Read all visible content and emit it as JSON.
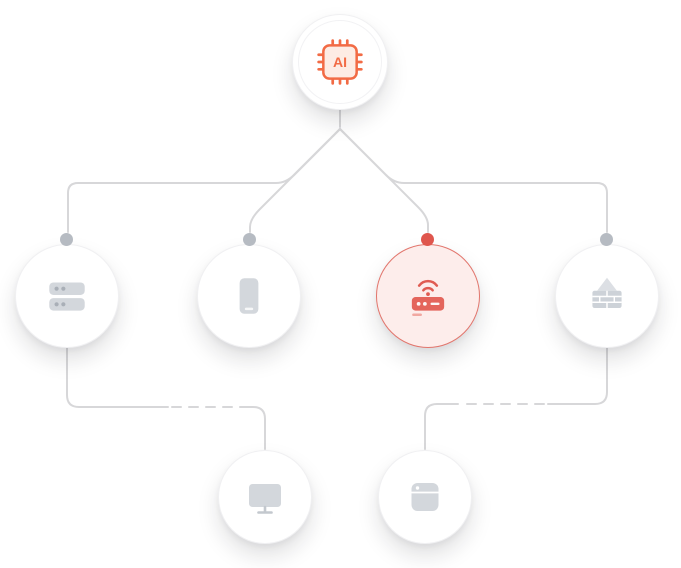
{
  "diagram": {
    "type": "network-topology",
    "root_node": {
      "id": "ai-core",
      "label": "AI",
      "icon": "ai-chip-icon",
      "state": "normal"
    },
    "device_nodes": [
      {
        "id": "server",
        "icon": "server-icon",
        "state": "normal"
      },
      {
        "id": "smartphone",
        "icon": "smartphone-icon",
        "state": "normal"
      },
      {
        "id": "wifi-router",
        "icon": "wifi-router-icon",
        "state": "alert"
      },
      {
        "id": "firewall",
        "icon": "firewall-icon",
        "state": "normal"
      }
    ],
    "endpoint_nodes": [
      {
        "id": "desktop-monitor",
        "icon": "monitor-icon",
        "state": "normal"
      },
      {
        "id": "web-browser",
        "icon": "browser-icon",
        "state": "normal"
      }
    ],
    "connections": [
      {
        "from": "ai-core",
        "to": "server",
        "style": "solid"
      },
      {
        "from": "ai-core",
        "to": "smartphone",
        "style": "solid"
      },
      {
        "from": "ai-core",
        "to": "wifi-router",
        "style": "solid"
      },
      {
        "from": "ai-core",
        "to": "firewall",
        "style": "solid"
      },
      {
        "from": "server",
        "to": "desktop-monitor",
        "style": "partially-dashed"
      },
      {
        "from": "firewall",
        "to": "web-browser",
        "style": "partially-dashed"
      }
    ],
    "colors": {
      "line": "#d7d7d9",
      "node_fill": "#ffffff",
      "icon_gray": "#d3d7dc",
      "icon_gray_dark": "#a9afb7",
      "alert_fill": "#fdedeb",
      "alert_border": "#e2756c",
      "alert_icon": "#e05c52",
      "accent_orange": "#f26b45"
    }
  }
}
